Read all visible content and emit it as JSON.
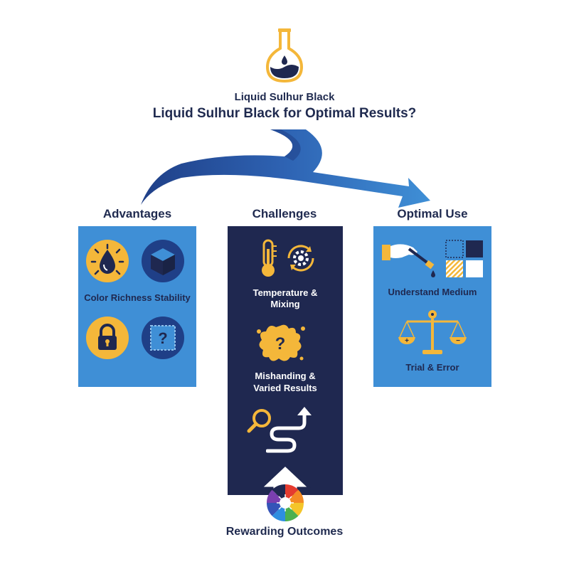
{
  "header": {
    "title_small": "Liquid Sulhur Black",
    "title_main": "Liquid Sulhur Black for Optimal Results?"
  },
  "columns": [
    {
      "heading": "Advantages",
      "items": [
        "Color Richness Stability"
      ]
    },
    {
      "heading": "Challenges",
      "items": [
        "Temperature &",
        "Mixing",
        "Mishanding &",
        "Varied Results"
      ]
    },
    {
      "heading": "Optimal Use",
      "items": [
        "Understand Medium",
        "Trial & Error"
      ]
    }
  ],
  "footer": {
    "label": "Rewarding Outcomes"
  },
  "colors": {
    "navy": "#1f2850",
    "blue": "#3f8fd6",
    "gold": "#f4b73a",
    "ribbon_dark": "#1f3f87",
    "ribbon_light": "#3f8fd6"
  },
  "icons": [
    "flask-icon",
    "water-drop-icon",
    "cube-icon",
    "padlock-icon",
    "question-stamp-icon",
    "thermometer-icon",
    "gear-cycle-icon",
    "splash-question-icon",
    "magnifier-icon",
    "winding-arrow-icon",
    "dropper-hand-icon",
    "swatch-grid-icon",
    "balance-scale-icon",
    "up-arrow-icon",
    "color-wheel-icon"
  ]
}
